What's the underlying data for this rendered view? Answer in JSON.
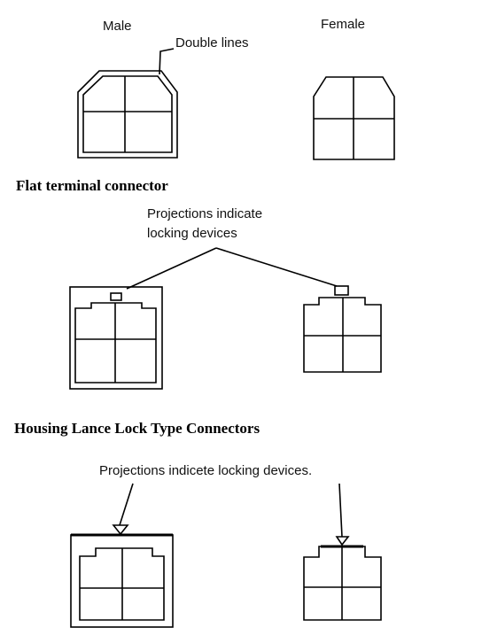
{
  "labels": {
    "male": "Male",
    "female": "Female",
    "double_lines": "Double lines",
    "projections_two_line_1": "Projections indicate",
    "projections_two_line_2": "locking devices",
    "projections_single": "Projections indicete locking devices."
  },
  "sections": {
    "flat": "Flat terminal connector",
    "housing": "Housing Lance Lock Type Connectors"
  }
}
